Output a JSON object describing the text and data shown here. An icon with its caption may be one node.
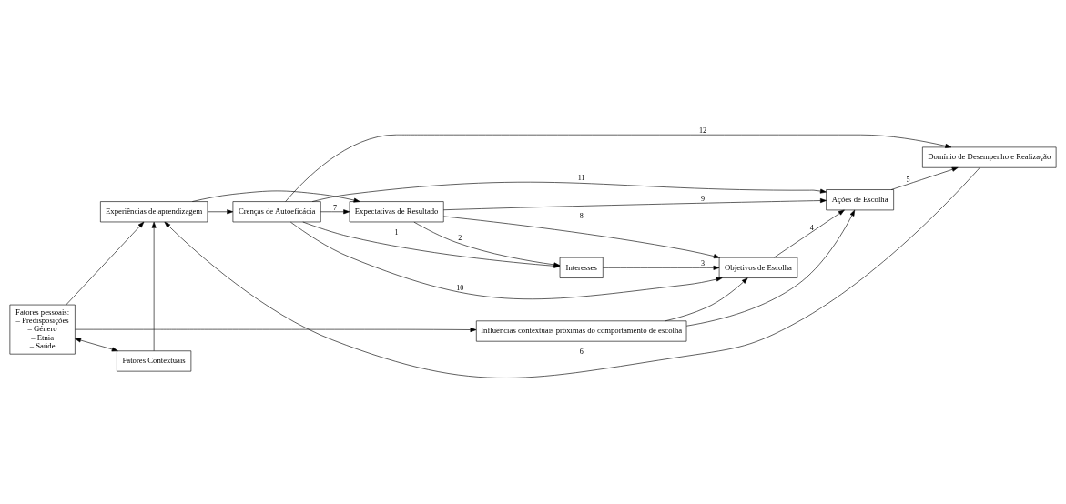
{
  "diagram": {
    "nodes": [
      {
        "text": [
          "Fatores pessoais:",
          "– Predisposições",
          "– Género",
          "– Etnia",
          "– Saúde"
        ]
      },
      {
        "text": [
          "Influências contextuais próximas do comportamento de escolha"
        ]
      },
      {
        "text": [
          "Crenças de Autoeficácia"
        ]
      },
      {
        "text": [
          "Experiências de aprendizagem"
        ]
      },
      {
        "text": [
          "Interesses"
        ]
      },
      {
        "text": [
          "Objetivos de Escolha"
        ]
      },
      {
        "text": [
          "Ações de Escolha"
        ]
      },
      {
        "text": [
          "Domínio de Desempenho e Realização"
        ]
      },
      {
        "text": [
          "Expectativas de Resultado"
        ]
      },
      {
        "text": [
          "Fatores Contextuais"
        ]
      }
    ],
    "edges": [
      {
        "from": 0,
        "to": 1,
        "arrow": "to"
      },
      {
        "from": 0,
        "to": 9,
        "arrow": "both"
      },
      {
        "from": 0,
        "to": 3,
        "arrow": "to"
      },
      {
        "from": 9,
        "to": 3,
        "arrow": "to"
      },
      {
        "from": 3,
        "to": 2,
        "arrow": "to"
      },
      {
        "from": 3,
        "to": 8,
        "arrow": "to"
      },
      {
        "from": 2,
        "to": 8,
        "arrow": "to",
        "label": "7"
      },
      {
        "from": 2,
        "to": 4,
        "arrow": "to",
        "label": "1"
      },
      {
        "from": 8,
        "to": 4,
        "arrow": "to",
        "label": "2"
      },
      {
        "from": 4,
        "to": 5,
        "arrow": "to",
        "label": "3"
      },
      {
        "from": 5,
        "to": 6,
        "arrow": "to",
        "label": "4"
      },
      {
        "from": 6,
        "to": 7,
        "arrow": "to",
        "label": "5"
      },
      {
        "from": 2,
        "to": 5,
        "arrow": "to",
        "label": "10"
      },
      {
        "from": 2,
        "to": 6,
        "arrow": "to",
        "label": "11"
      },
      {
        "from": 2,
        "to": 7,
        "arrow": "to",
        "label": "12"
      },
      {
        "from": 8,
        "to": 5,
        "arrow": "to",
        "label": "8"
      },
      {
        "from": 8,
        "to": 6,
        "arrow": "to",
        "label": "9"
      },
      {
        "from": 1,
        "to": 5,
        "arrow": "to"
      },
      {
        "from": 1,
        "to": 6,
        "arrow": "to"
      },
      {
        "from": 7,
        "to": 3,
        "arrow": "to",
        "label": "6"
      }
    ]
  }
}
